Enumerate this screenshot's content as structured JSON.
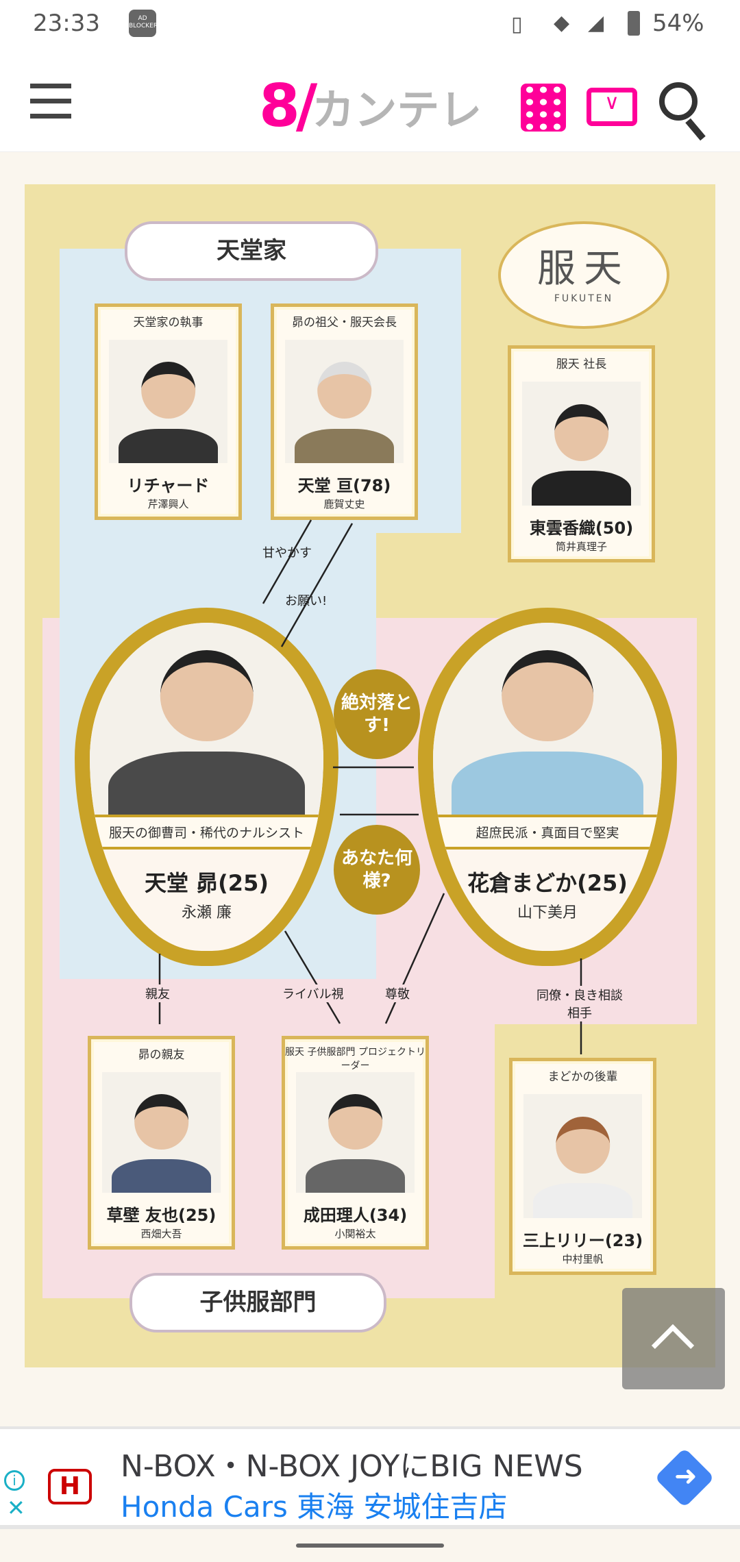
{
  "status": {
    "time": "23:33",
    "adblock": "AD BLOCKER",
    "battery": "54%"
  },
  "header": {
    "logo_text": "カンテレ",
    "logo_num": "8"
  },
  "chart": {
    "family_label": "天堂家",
    "company_logo": "服天",
    "company_logo_sub": "FUKUTEN",
    "dept_label": "子供服部門",
    "cards": [
      {
        "role": "天堂家の執事",
        "name": "リチャード",
        "actor": "芹澤興人"
      },
      {
        "role": "昴の祖父・服天会長",
        "name": "天堂 亘(78)",
        "actor": "鹿賀丈史"
      },
      {
        "role": "服天 社長",
        "name": "東雲香織(50)",
        "actor": "筒井真理子"
      },
      {
        "role": "昴の親友",
        "name": "草壁 友也(25)",
        "actor": "西畑大吾"
      },
      {
        "role": "服天 子供服部門 プロジェクトリーダー",
        "name": "成田理人(34)",
        "actor": "小関裕太"
      },
      {
        "role": "まどかの後輩",
        "name": "三上リリー(23)",
        "actor": "中村里帆"
      }
    ],
    "leads": [
      {
        "tagline": "服天の御曹司・稀代のナルシスト",
        "name": "天堂 昴(25)",
        "actor": "永瀬 廉"
      },
      {
        "tagline": "超庶民派・真面目で堅実",
        "name": "花倉まどか(25)",
        "actor": "山下美月"
      }
    ],
    "badges": [
      "絶対落とす!",
      "あなた何様?"
    ],
    "relations": {
      "pamper": "甘やかす",
      "please": "お願い!",
      "best_friend": "親友",
      "rival": "ライバル視",
      "respect": "尊敬",
      "colleague": "同僚・良き相談相手"
    }
  },
  "ad": {
    "headline": "N-BOX・N-BOX JOYにBIG NEWS",
    "advertiser": "Honda Cars 東海 安城住吉店"
  },
  "colors": {
    "brand": "#ff0099",
    "gold": "#c9a227",
    "ad_blue": "#1a73e8"
  }
}
